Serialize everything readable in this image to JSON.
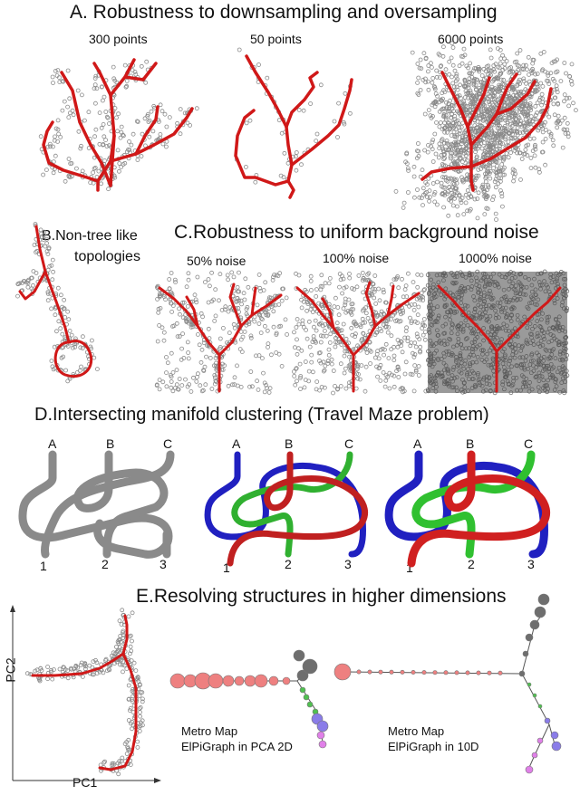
{
  "panels": {
    "a": {
      "title": "A. Robustness to downsampling and oversampling",
      "labels": [
        "300 points",
        "50 points",
        "6000 points"
      ]
    },
    "b": {
      "title_line1": "B.Non-tree like",
      "title_line2": "topologies"
    },
    "c": {
      "title": "C.Robustness to uniform background noise",
      "labels": [
        "50% noise",
        "100% noise",
        "1000% noise"
      ]
    },
    "d": {
      "title": "D.Intersecting manifold clustering (Travel Maze problem)",
      "top_letters": [
        "A",
        "B",
        "C"
      ],
      "bottom_numbers": [
        "1",
        "2",
        "3"
      ]
    },
    "e": {
      "title": "E.Resolving structures in higher dimensions",
      "axis_y": "PC2",
      "axis_x": "PC1",
      "metro1_line1": "Metro Map",
      "metro1_line2": "ElPiGraph in PCA 2D",
      "metro2_line1": "Metro Map",
      "metro2_line2": "ElPiGraph in 10D"
    }
  },
  "colors": {
    "graph_edge": "#d01818",
    "point_gray": "#8a8a8a",
    "path_blue": "#2020c0",
    "path_green": "#30c030",
    "path_red": "#d02020",
    "node_salmon": "#ee8080",
    "node_gray": "#6e6e6e",
    "node_purple": "#8a7ce8",
    "node_violet": "#e080e8",
    "node_green": "#50c050"
  }
}
